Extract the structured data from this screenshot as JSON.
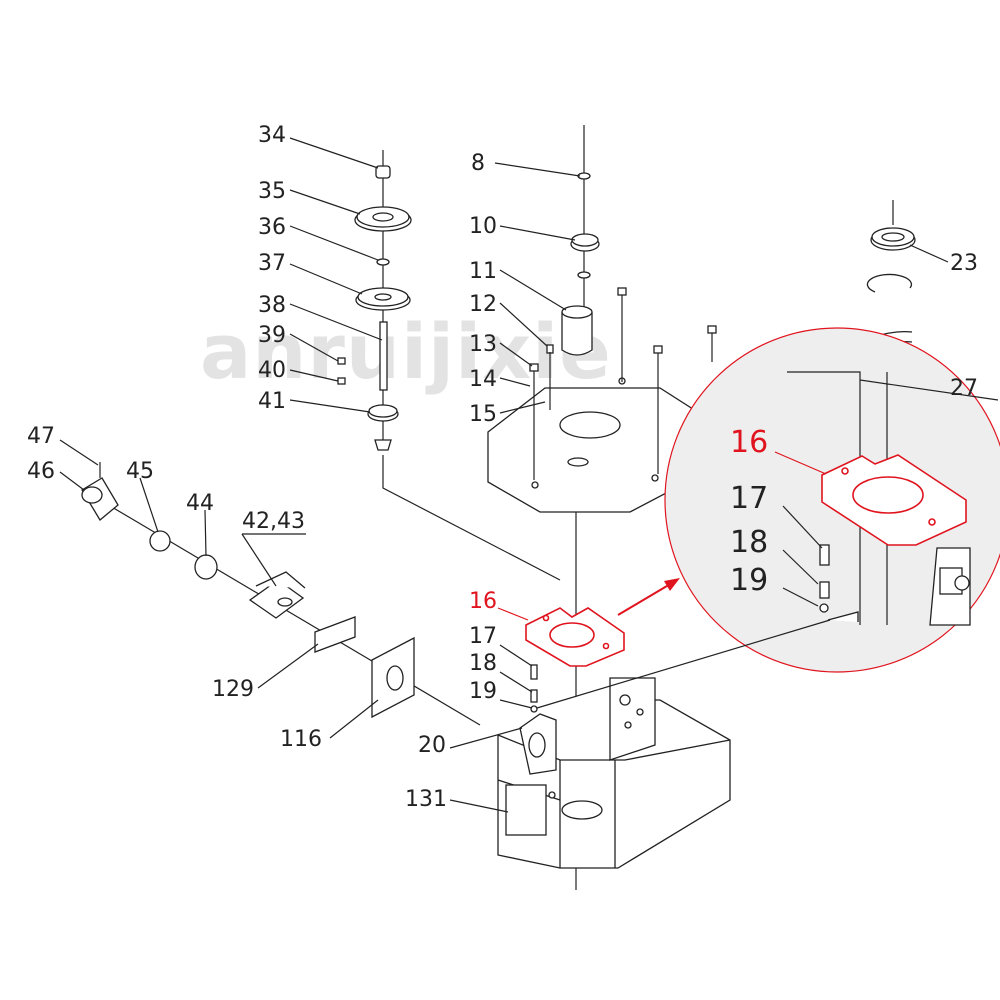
{
  "watermark": "anruijixie",
  "labels": {
    "p34": "34",
    "p35": "35",
    "p36": "36",
    "p37": "37",
    "p38": "38",
    "p39": "39",
    "p40": "40",
    "p41": "41",
    "p8": "8",
    "p10": "10",
    "p11": "11",
    "p12": "12",
    "p13": "13",
    "p14": "14",
    "p15": "15",
    "p23": "23",
    "p27": "27",
    "p47": "47",
    "p46": "46",
    "p45": "45",
    "p44": "44",
    "p42_43": "42,43",
    "p16": "16",
    "p17": "17",
    "p18": "18",
    "p19": "19",
    "p129": "129",
    "p116": "116",
    "p20": "20",
    "p131": "131"
  },
  "zoom": {
    "p16": "16",
    "p17": "17",
    "p18": "18",
    "p19": "19"
  },
  "colors": {
    "highlight": "#e0141e",
    "line": "#222222",
    "zoom_bg": "#eeeeee"
  }
}
